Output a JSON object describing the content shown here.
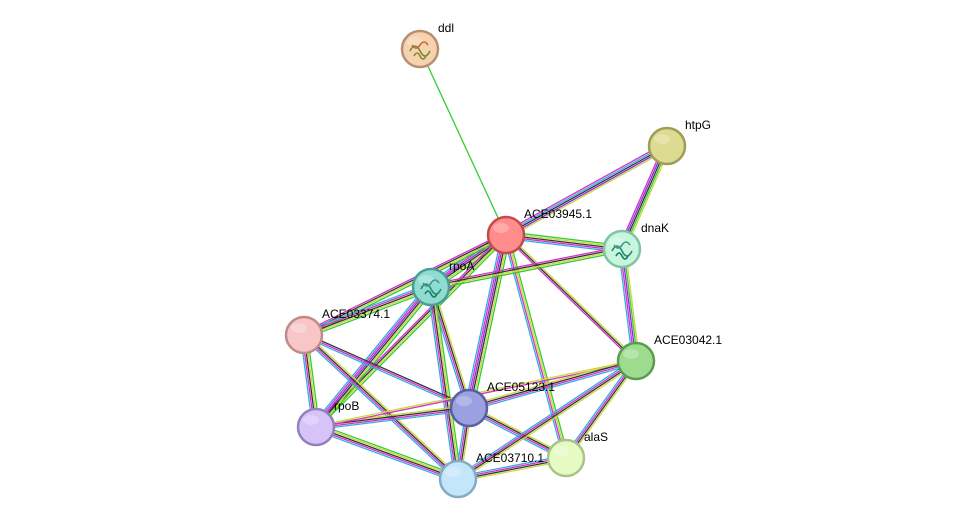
{
  "network": {
    "nodes": [
      {
        "id": "ddl",
        "label": "ddl",
        "fill": "#f7d2ae",
        "stroke": "#b89070",
        "icon": "protein-structure-icon"
      },
      {
        "id": "htpG",
        "label": "htpG",
        "fill": "#dcdb92",
        "stroke": "#a09c58",
        "icon": null
      },
      {
        "id": "ACE03945.1",
        "label": "ACE03945.1",
        "fill": "#ff8d8d",
        "stroke": "#c24b4b",
        "icon": null
      },
      {
        "id": "dnaK",
        "label": "dnaK",
        "fill": "#c7f5de",
        "stroke": "#80c4a4",
        "icon": "protein-structure-icon"
      },
      {
        "id": "rpoA",
        "label": "rpoA",
        "fill": "#8fdcd0",
        "stroke": "#4a9c94",
        "icon": "protein-structure-icon"
      },
      {
        "id": "ACE03374.1",
        "label": "ACE03374.1",
        "fill": "#f8c6c6",
        "stroke": "#c08a8a",
        "icon": null
      },
      {
        "id": "ACE03042.1",
        "label": "ACE03042.1",
        "fill": "#9ddc8e",
        "stroke": "#5a9c4e",
        "icon": null
      },
      {
        "id": "ACE05123.1",
        "label": "ACE05123.1",
        "fill": "#9aa0e0",
        "stroke": "#5a5ea4",
        "icon": null
      },
      {
        "id": "rpoB",
        "label": "rpoB",
        "fill": "#d6c4f8",
        "stroke": "#9480c0",
        "icon": null
      },
      {
        "id": "alaS",
        "label": "alaS",
        "fill": "#e6fac4",
        "stroke": "#a8c488",
        "icon": null
      },
      {
        "id": "ACE03710.1",
        "label": "ACE03710.1",
        "fill": "#c4e6fa",
        "stroke": "#84aac4",
        "icon": null
      }
    ],
    "edges": [
      {
        "from": "ddl",
        "to": "ACE03945.1",
        "channels": [
          "green"
        ]
      },
      {
        "from": "htpG",
        "to": "ACE03945.1",
        "channels": [
          "yellow",
          "purple",
          "black",
          "blue",
          "magenta"
        ]
      },
      {
        "from": "htpG",
        "to": "dnaK",
        "channels": [
          "yellow",
          "green",
          "black",
          "purple",
          "magenta"
        ]
      },
      {
        "from": "ACE03945.1",
        "to": "dnaK",
        "channels": [
          "green",
          "yellow",
          "black",
          "magenta",
          "blue"
        ]
      },
      {
        "from": "ACE03945.1",
        "to": "rpoA",
        "channels": [
          "green",
          "yellow",
          "black",
          "purple",
          "magenta",
          "blue"
        ]
      },
      {
        "from": "ACE03945.1",
        "to": "ACE03374.1",
        "channels": [
          "green",
          "yellow",
          "black",
          "magenta"
        ]
      },
      {
        "from": "ACE03945.1",
        "to": "ACE05123.1",
        "channels": [
          "green",
          "yellow",
          "black",
          "purple",
          "magenta",
          "blue"
        ]
      },
      {
        "from": "ACE03945.1",
        "to": "ACE03042.1",
        "channels": [
          "yellow",
          "black",
          "magenta"
        ]
      },
      {
        "from": "ACE03945.1",
        "to": "alaS",
        "channels": [
          "green",
          "yellow",
          "magenta",
          "blue"
        ]
      },
      {
        "from": "ACE03945.1",
        "to": "rpoB",
        "channels": [
          "green",
          "yellow",
          "black",
          "magenta"
        ]
      },
      {
        "from": "dnaK",
        "to": "rpoA",
        "channels": [
          "green",
          "yellow",
          "black",
          "magenta"
        ]
      },
      {
        "from": "dnaK",
        "to": "ACE03042.1",
        "channels": [
          "yellow",
          "green",
          "purple",
          "magenta",
          "blue"
        ]
      },
      {
        "from": "rpoA",
        "to": "ACE03374.1",
        "channels": [
          "green",
          "yellow",
          "black",
          "magenta",
          "blue"
        ]
      },
      {
        "from": "rpoA",
        "to": "rpoB",
        "channels": [
          "green",
          "yellow",
          "black",
          "purple",
          "magenta",
          "blue"
        ]
      },
      {
        "from": "rpoA",
        "to": "ACE05123.1",
        "channels": [
          "yellow",
          "black",
          "magenta",
          "blue"
        ]
      },
      {
        "from": "rpoA",
        "to": "ACE03710.1",
        "channels": [
          "green",
          "yellow",
          "black",
          "magenta",
          "blue"
        ]
      },
      {
        "from": "ACE03374.1",
        "to": "rpoB",
        "channels": [
          "green",
          "yellow",
          "black",
          "magenta",
          "blue"
        ]
      },
      {
        "from": "ACE03374.1",
        "to": "ACE05123.1",
        "channels": [
          "black",
          "magenta",
          "blue"
        ]
      },
      {
        "from": "ACE03374.1",
        "to": "ACE03710.1",
        "channels": [
          "yellow",
          "black",
          "magenta",
          "blue"
        ]
      },
      {
        "from": "rpoB",
        "to": "ACE05123.1",
        "channels": [
          "yellow",
          "black",
          "magenta",
          "blue"
        ]
      },
      {
        "from": "rpoB",
        "to": "ACE03710.1",
        "channels": [
          "green",
          "yellow",
          "black",
          "magenta",
          "blue"
        ]
      },
      {
        "from": "rpoB",
        "to": "ACE03042.1",
        "channels": [
          "yellow",
          "magenta"
        ]
      },
      {
        "from": "ACE05123.1",
        "to": "ACE03042.1",
        "channels": [
          "yellow",
          "black",
          "magenta",
          "blue"
        ]
      },
      {
        "from": "ACE05123.1",
        "to": "alaS",
        "channels": [
          "yellow",
          "black",
          "magenta",
          "blue"
        ]
      },
      {
        "from": "ACE05123.1",
        "to": "ACE03710.1",
        "channels": [
          "yellow",
          "black",
          "magenta",
          "blue"
        ]
      },
      {
        "from": "ACE03042.1",
        "to": "alaS",
        "channels": [
          "yellow",
          "black",
          "magenta",
          "blue"
        ]
      },
      {
        "from": "ACE03042.1",
        "to": "ACE03710.1",
        "channels": [
          "yellow",
          "black",
          "magenta",
          "blue"
        ]
      },
      {
        "from": "alaS",
        "to": "ACE03710.1",
        "channels": [
          "yellow",
          "black",
          "magenta",
          "blue"
        ]
      }
    ],
    "channel_colors": {
      "green": "#33cc33",
      "yellow": "#c8d83a",
      "black": "#333333",
      "purple": "#8a2be2",
      "magenta": "#d630c8",
      "blue": "#30b0e0"
    }
  }
}
